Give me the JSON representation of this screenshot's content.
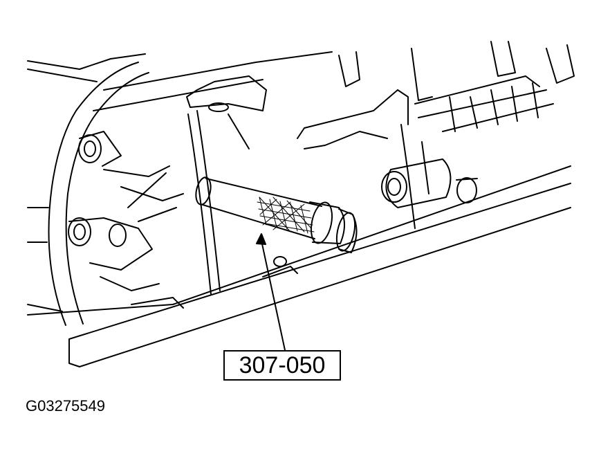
{
  "figure": {
    "callout_label": "307-050",
    "figure_id": "G03275549",
    "colors": {
      "line": "#000000",
      "background": "#ffffff"
    }
  },
  "elements": {
    "tool": "tool",
    "housing": "transmission-housing",
    "pan_rail": "pan-rail"
  }
}
